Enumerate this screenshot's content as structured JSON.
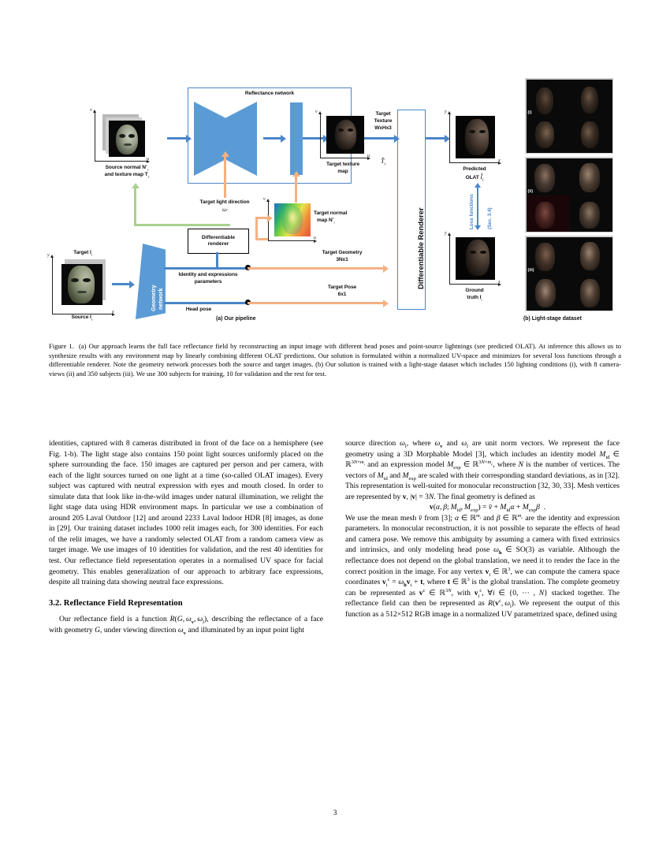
{
  "figure": {
    "panel_a_caption": "(a) Our pipeline",
    "panel_b_caption": "(b) Light-stage dataset",
    "reflectance_network_label": "Reflectance network",
    "source_input_label_line1": "Source normal N",
    "source_input_label_line2": "and texture map T",
    "source_normal_sup": "c",
    "source_normal_sub": "s",
    "texture_map_sub": "s",
    "target_light_direction_label": "Target light direction",
    "target_light_direction_symbol": "ωₗ",
    "target_texture_map_label_line1": "Target texture",
    "target_texture_map_label_line2": "map",
    "target_texture_arrow_line1": "Target",
    "target_texture_arrow_line2": "Texture",
    "target_texture_arrow_line3": "WxHx3",
    "target_texture_symbol": "T̂",
    "target_texture_symbol_sub": "t",
    "target_normal_map_label_line1": "Target normal",
    "target_normal_map_label_line2": "map N",
    "target_normal_sup": "c",
    "target_normal_sub": "t",
    "differentiable_renderer_vertical": "Differentiable Renderer",
    "differentiable_renderer_small_line1": "Differentiable",
    "differentiable_renderer_small_line2": "renderer",
    "geometry_network_line1": "Geometry",
    "geometry_network_line2": "network",
    "identity_expressions_line1": "Identity and expressions",
    "identity_expressions_line2": "parameters",
    "head_pose_label": "Head pose",
    "target_geometry_line1": "Target Geometry",
    "target_geometry_line2": "3Nx1",
    "target_pose_line1": "Target Pose",
    "target_pose_line2": "6x1",
    "predicted_olat_line1": "Predicted",
    "predicted_olat_line2": "OLAT",
    "predicted_olat_symbol": "Î",
    "predicted_olat_sub": "t",
    "ground_truth_line1": "Ground",
    "ground_truth_line2": "truth I",
    "ground_truth_sub": "t",
    "loss_functions_label": "Loss functions",
    "loss_functions_section": "(Sec. 3.4)",
    "target_input_label": "Target I",
    "target_input_sub": "t",
    "source_input_label": "Source I",
    "source_input_sub": "s",
    "axis_u": "u",
    "axis_v": "v",
    "axis_x": "x",
    "axis_y": "y",
    "dataset_panels": [
      "(i)",
      "(ii)",
      "(iii)"
    ],
    "colors": {
      "blue": "#5B9BD5",
      "blue_line": "#4A86C8",
      "orange": "#F4B183",
      "green": "#A9D18E",
      "black": "#000000"
    }
  },
  "caption": {
    "label": "Figure 1.",
    "text": "(a) Our approach learns the full face reflectance field by reconstructing an input image with different head poses and point-source lightnings (see predicted OLAT). At inference this allows us to synthesize results with any environment map by linearly combining different OLAT predictions. Our solution is formulated within a normalized UV-space and minimizes for several loss functions through a differentiable renderer. Note the geometry network processes both the source and target images. (b) Our solution is trained with a light-stage dataset which includes 150 lighting conditions (i), with 8 camera-views (ii) and 350 subjects (iii). We use 300 subjects for training, 10 for validation and the rest for test."
  },
  "body": {
    "left_paragraph_1": "identities, captured with 8 cameras distributed in front of the face on a hemisphere (see Fig. 1-b). The light stage also contains 150 point light sources uniformly placed on the sphere surrounding the face. 150 images are captured per person and per camera, with each of the light sources turned on one light at a time (so-called OLAT images). Every subject was captured with neutral expression with eyes and mouth closed. In order to simulate data that look like in-the-wild images under natural illumination, we relight the light stage data using HDR environment maps. In particular we use a combination of around 205 Laval Outdoor [12] and around 2233 Laval Indoor HDR [8] images, as done in [29]. Our training dataset includes 1000 relit images each, for 300 identities. For each of the relit images, we have a randomly selected OLAT from a random camera view as target image. We use images of 10 identities for validation, and the rest 40 identities for test. Our reflectance field representation operates in a normalised UV space for facial geometry. This enables generalization of our approach to arbitrary face expressions, despite all training data showing neutral face expressions.",
    "section_heading": "3.2. Reflectance Field Representation"
  },
  "page_number": "3"
}
